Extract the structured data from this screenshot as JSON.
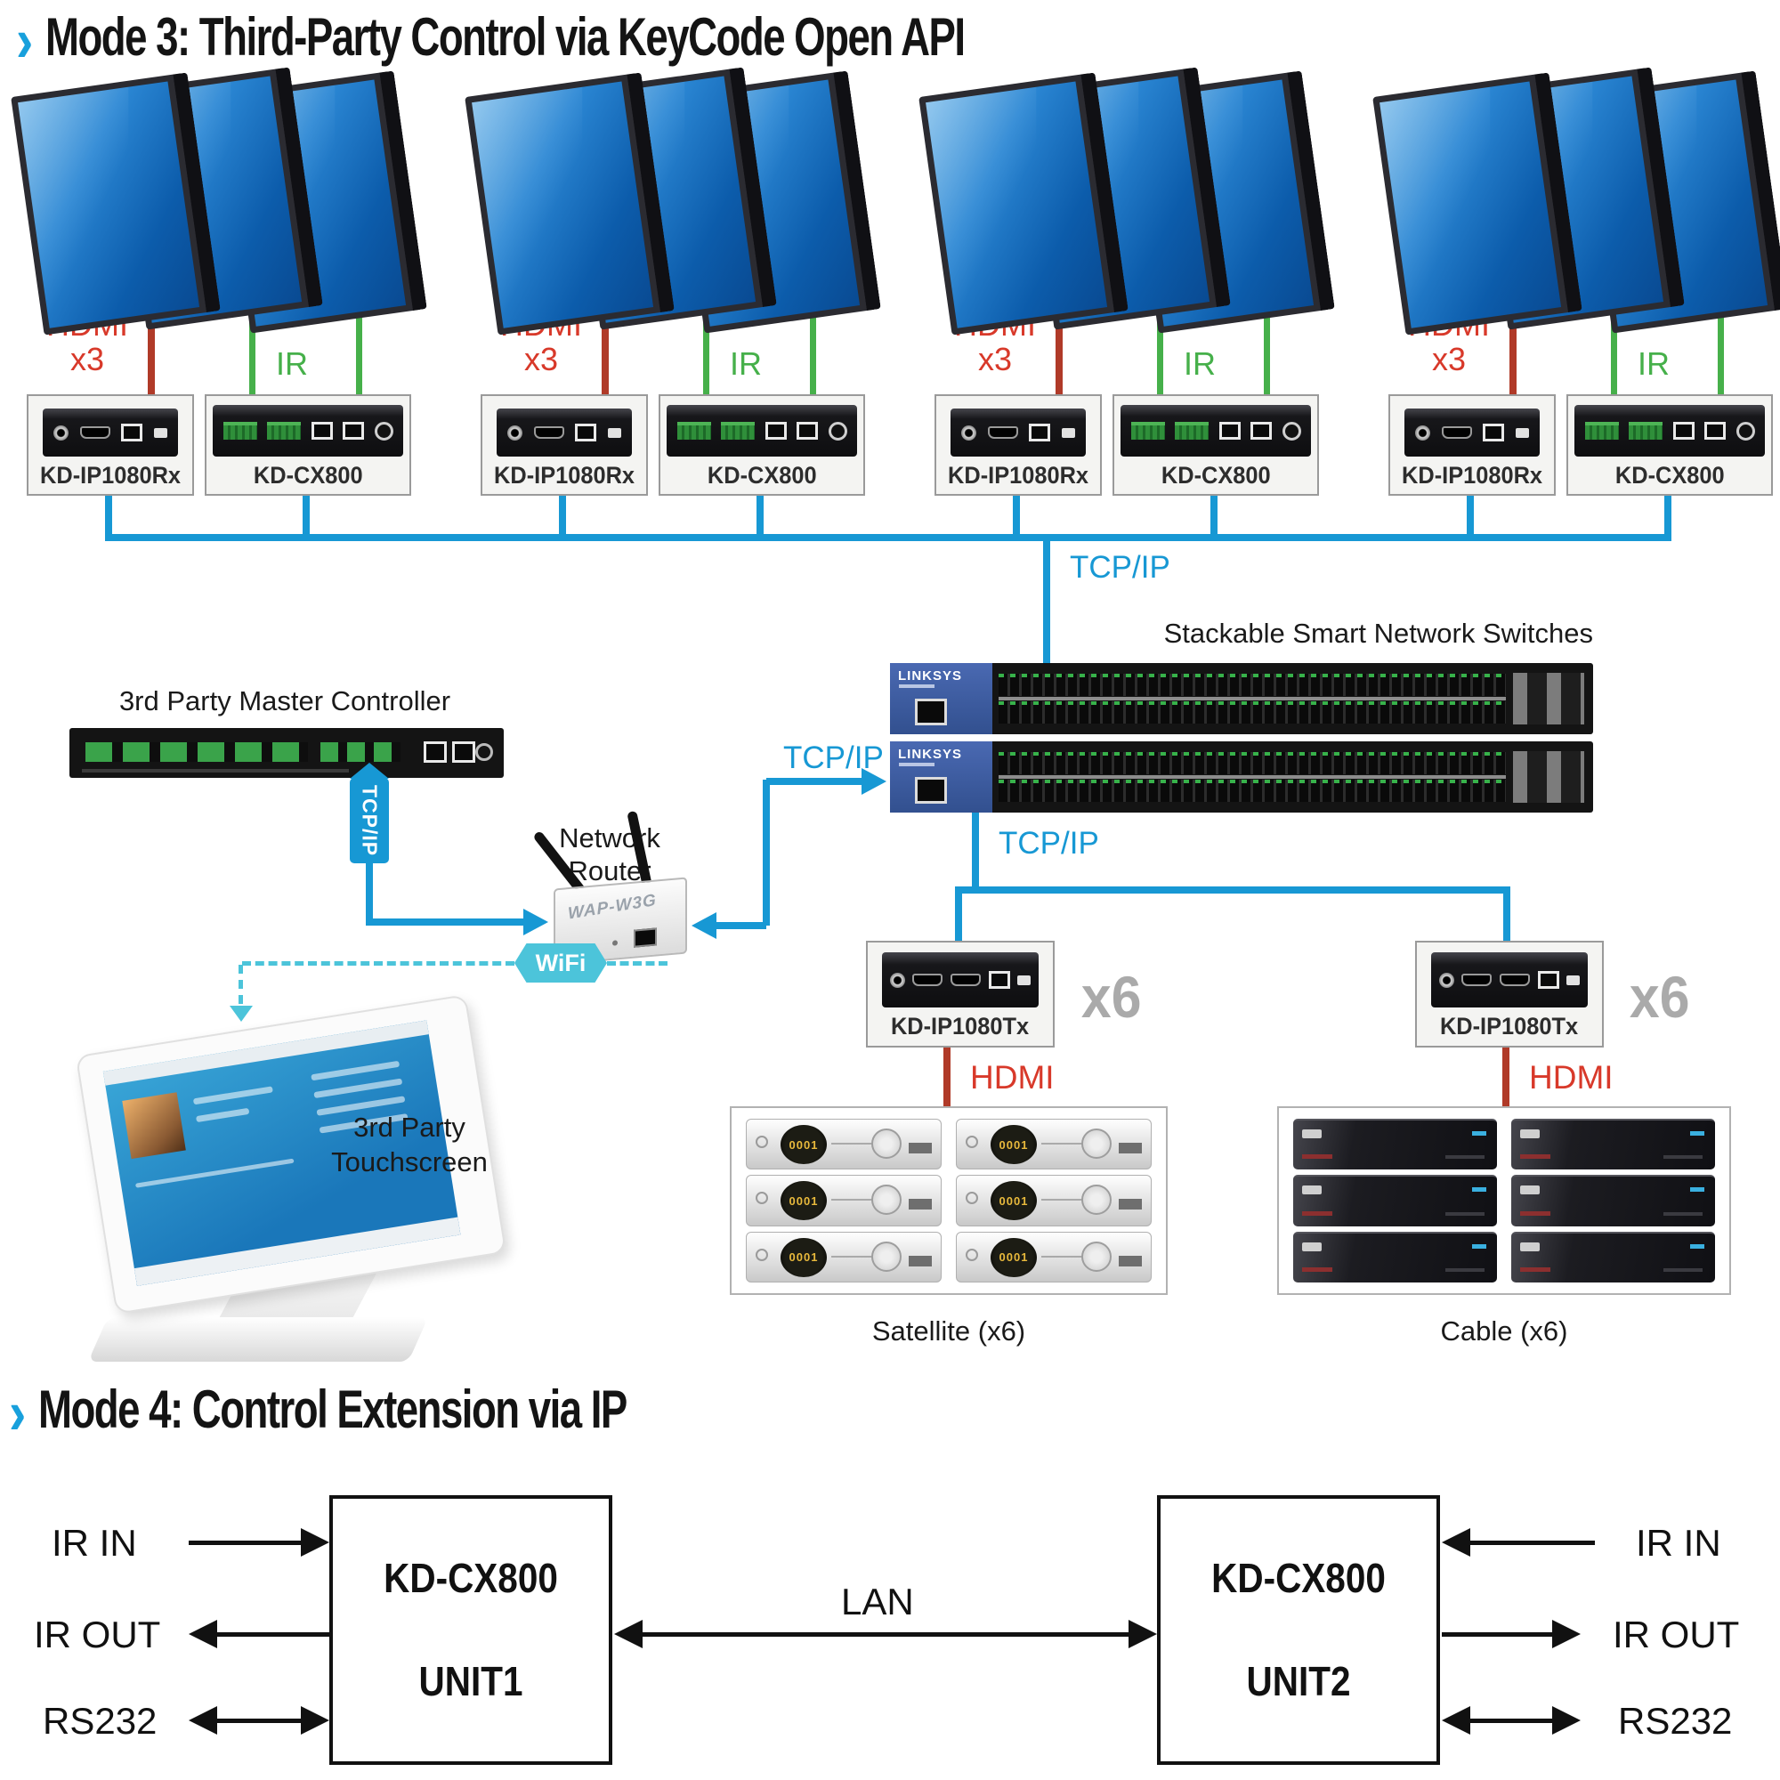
{
  "colors": {
    "accent_blue": "#1798d4",
    "wifi_teal": "#4cc4da",
    "line_red": "#b03a28",
    "text_red": "#d8392a",
    "line_green": "#46b04a",
    "x6_gray": "#aaaaaa"
  },
  "mode3": {
    "chevron": "›",
    "title": "Mode 3: Third-Party Control via KeyCode Open API",
    "tcpip": "TCP/IP",
    "clusters": [
      {
        "hdmi_line1": "HDMI",
        "hdmi_line2": "x3",
        "ir": "IR",
        "rx": "KD-IP1080Rx",
        "cx": "KD-CX800"
      },
      {
        "hdmi_line1": "HDMI",
        "hdmi_line2": "x3",
        "ir": "IR",
        "rx": "KD-IP1080Rx",
        "cx": "KD-CX800"
      },
      {
        "hdmi_line1": "HDMI",
        "hdmi_line2": "x3",
        "ir": "IR",
        "rx": "KD-IP1080Rx",
        "cx": "KD-CX800"
      },
      {
        "hdmi_line1": "HDMI",
        "hdmi_line2": "x3",
        "ir": "IR",
        "rx": "KD-IP1080Rx",
        "cx": "KD-CX800"
      }
    ],
    "switches_title": "Stackable Smart Network Switches",
    "switch_brand": "LINKSYS",
    "controller_title": "3rd Party Master Controller",
    "router_label_line1": "Network",
    "router_label_line2": "Router",
    "router_model": "WAP-W3G",
    "wifi": "WiFi",
    "touchscreen_line1": "3rd Party",
    "touchscreen_line2": "Touchscreen",
    "tx_units": [
      {
        "label": "KD-IP1080Tx",
        "qty": "x6",
        "hdmi": "HDMI"
      },
      {
        "label": "KD-IP1080Tx",
        "qty": "x6",
        "hdmi": "HDMI"
      }
    ],
    "satellite_caption": "Satellite (x6)",
    "cable_caption": "Cable (x6)",
    "receiver_display": "0001"
  },
  "mode4": {
    "chevron": "›",
    "title": "Mode 4: Control Extension via IP",
    "lan": "LAN",
    "unit1": {
      "model": "KD-CX800",
      "name": "UNIT1",
      "ir_in": "IR IN",
      "ir_out": "IR OUT",
      "rs232": "RS232"
    },
    "unit2": {
      "model": "KD-CX800",
      "name": "UNIT2",
      "ir_in": "IR IN",
      "ir_out": "IR OUT",
      "rs232": "RS232"
    }
  }
}
